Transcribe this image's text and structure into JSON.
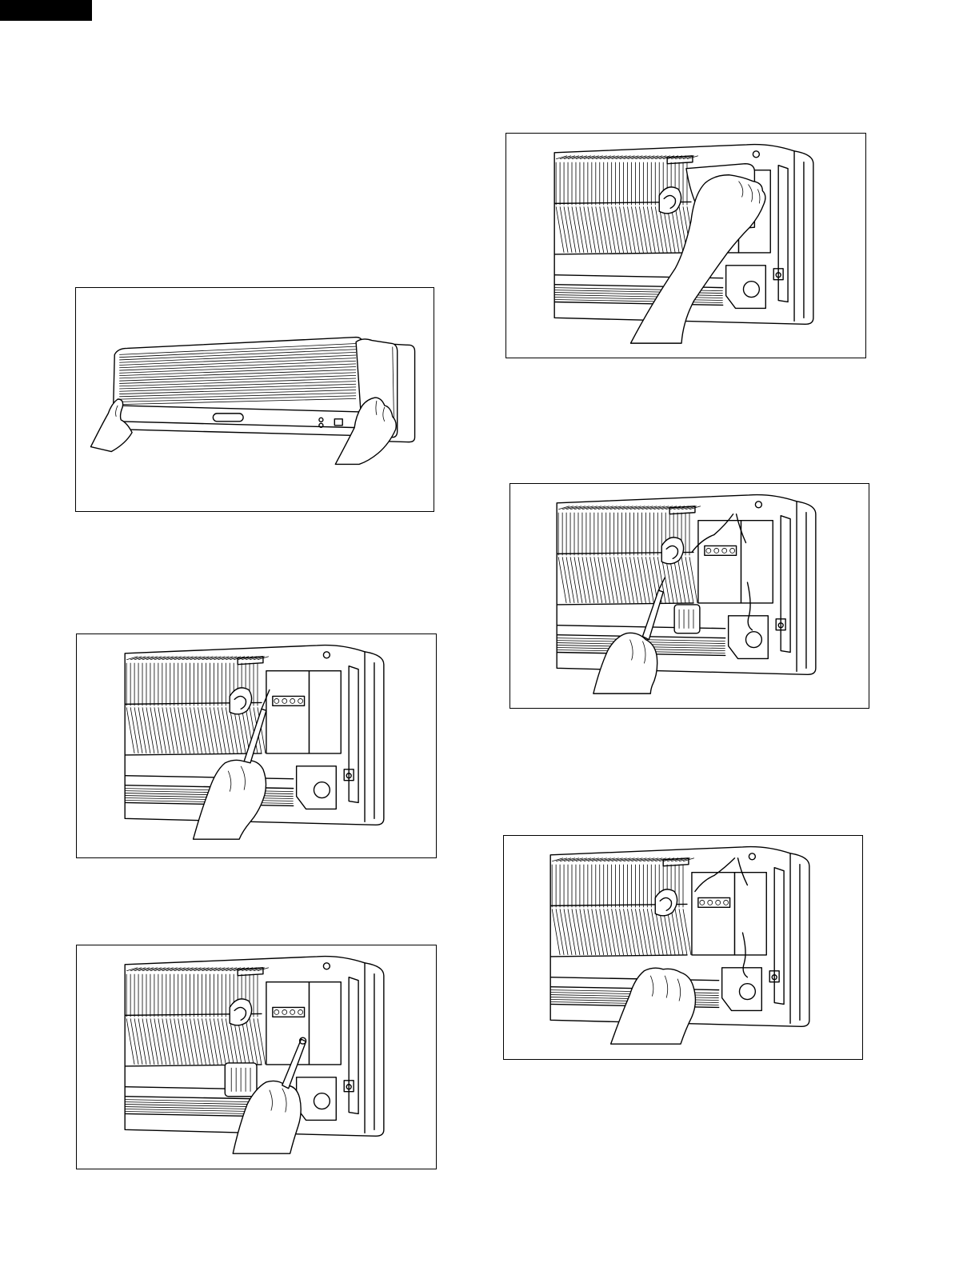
{
  "figures": [
    {
      "id": "fig1",
      "depicts": "front-panel-removal",
      "icon": "indoor-unit-front-grille-illustration"
    },
    {
      "id": "fig2",
      "depicts": "terminal-screw-removal",
      "icon": "screwdriver-terminal-illustration"
    },
    {
      "id": "fig3",
      "depicts": "control-box-screw-removal",
      "icon": "screwdriver-control-box-illustration"
    },
    {
      "id": "fig4",
      "depicts": "electrical-cover-removal",
      "icon": "hand-cover-illustration"
    },
    {
      "id": "fig5",
      "depicts": "wiring-screw-removal",
      "icon": "screwdriver-wiring-illustration"
    },
    {
      "id": "fig6",
      "depicts": "wiring-pull-out",
      "icon": "hand-wiring-illustration"
    }
  ],
  "colors": {
    "ink": "#000000",
    "paper": "#ffffff"
  }
}
